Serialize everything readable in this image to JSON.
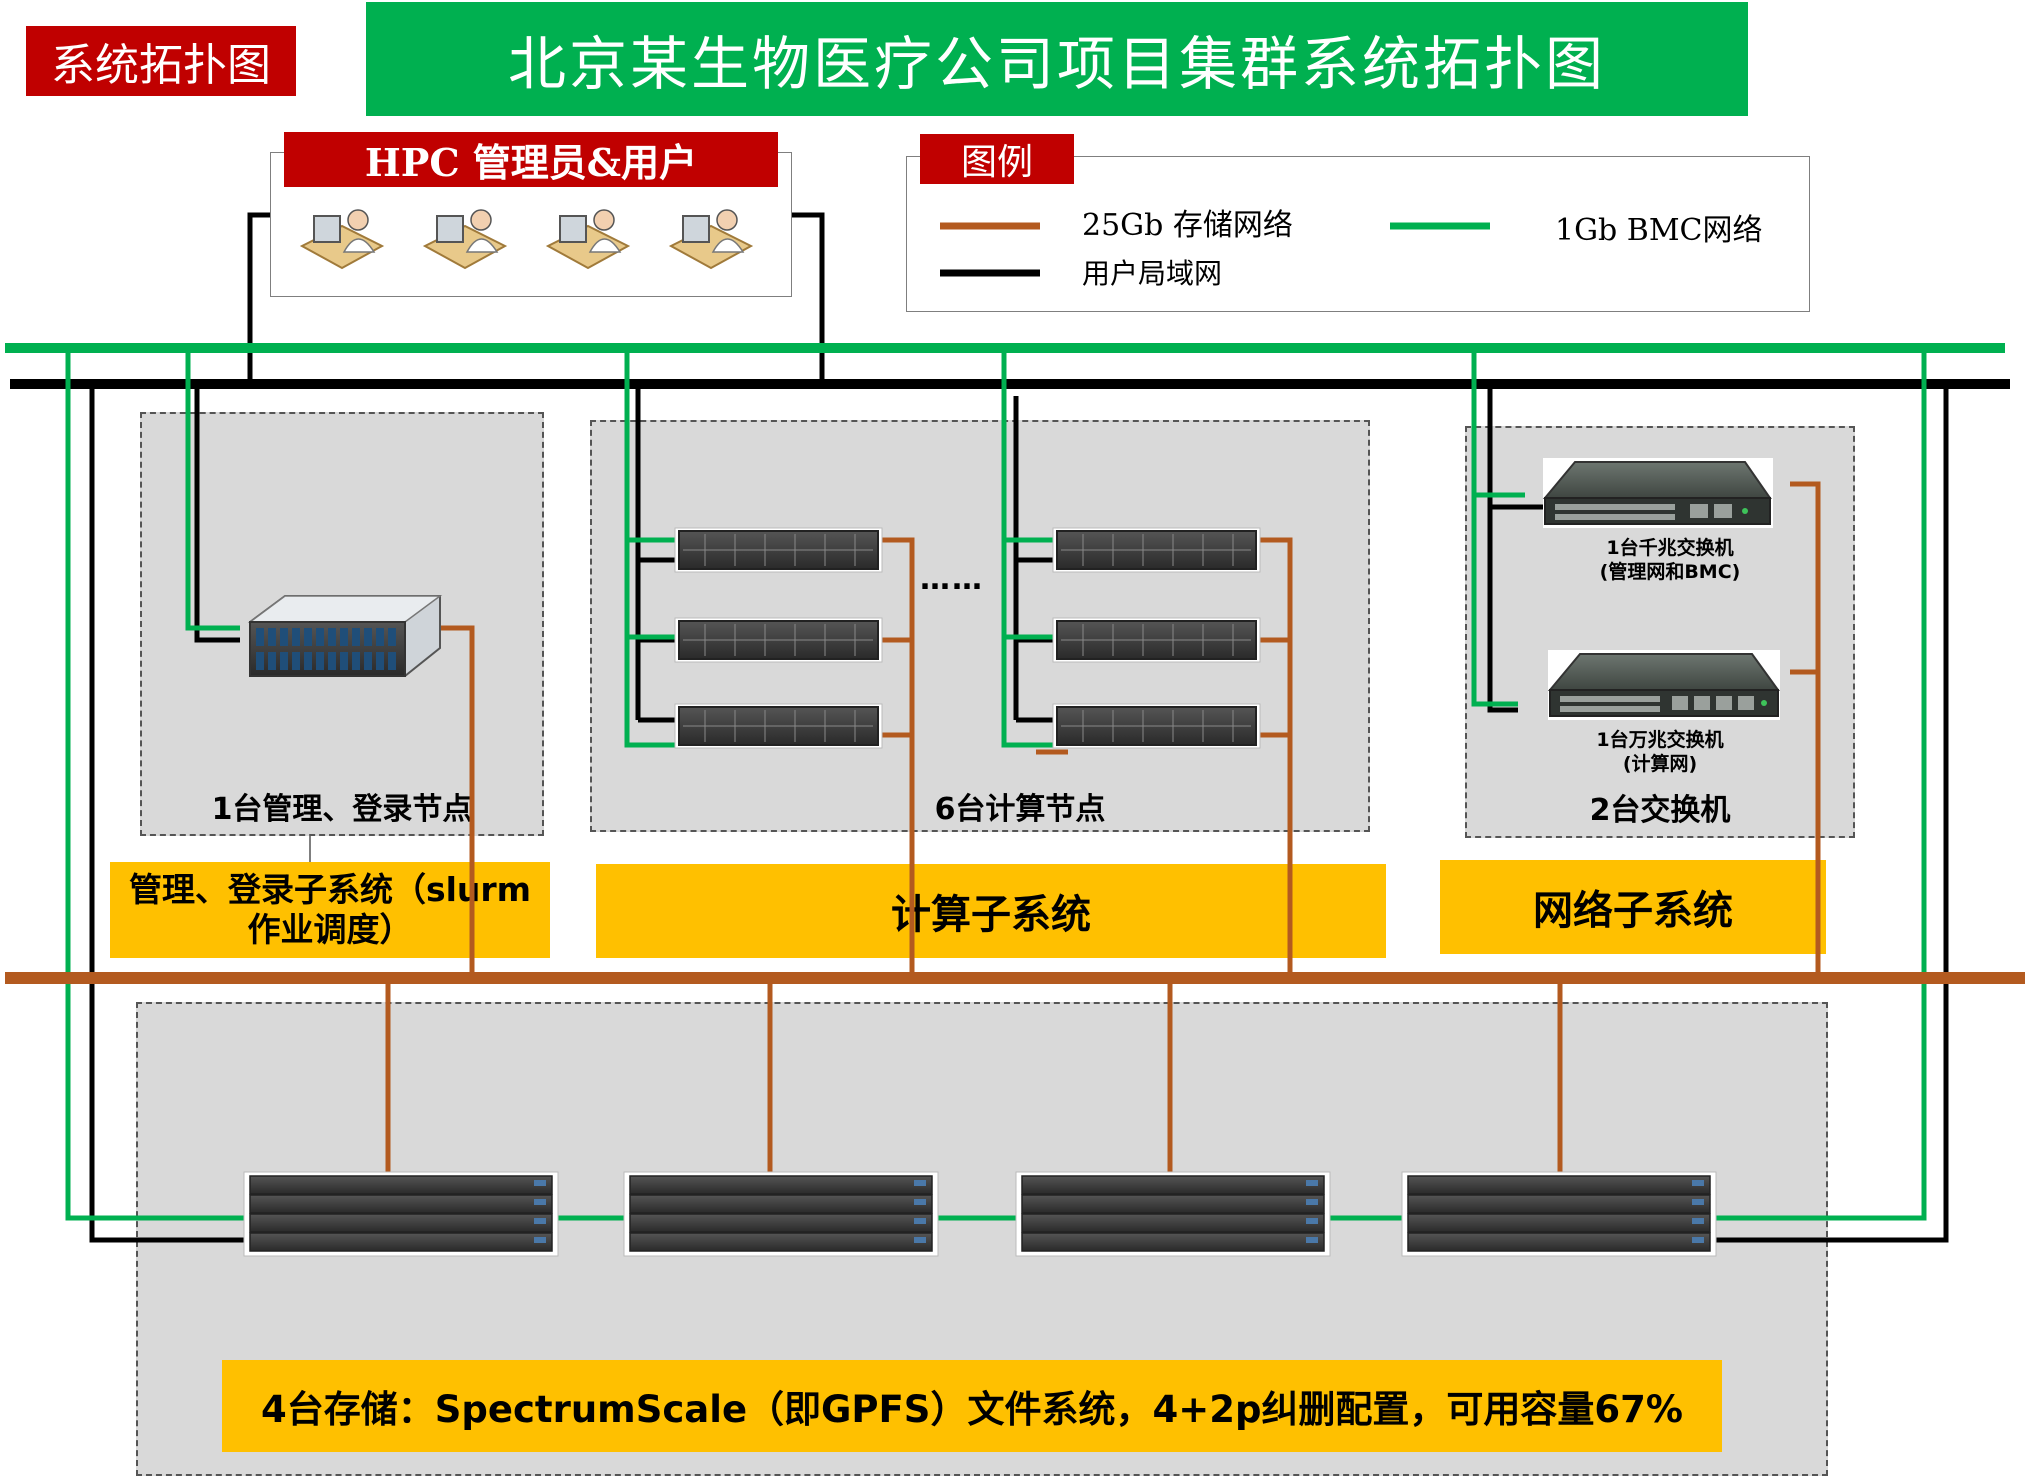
{
  "page": {
    "corner_tag": "系统拓扑图",
    "banner_title": "北京某生物医疗公司项目集群系统拓扑图"
  },
  "users": {
    "title": "HPC 管理员&用户",
    "count": 4
  },
  "legend": {
    "title": "图例",
    "items": [
      {
        "label": "25Gb  存储网络",
        "color": "#b35a1f"
      },
      {
        "label": "1Gb  BMC网络",
        "color": "#00b050"
      },
      {
        "label": "用户局域网",
        "color": "#000000"
      }
    ]
  },
  "management": {
    "caption": "1台管理、登录节点",
    "subsystem": "管理、登录子系统（slurm作业调度）"
  },
  "compute": {
    "caption": "6台计算节点",
    "subsystem": "计算子系统",
    "ellipsis": "……"
  },
  "network": {
    "caption": "2台交换机",
    "subsystem": "网络子系统",
    "switch1": {
      "line1": "1台千兆交换机",
      "line2": "(管理网和BMC)"
    },
    "switch2": {
      "line1": "1台万兆交换机",
      "line2": "(计算网)"
    }
  },
  "storage": {
    "caption": "4台存储：SpectrumScale（即GPFS）文件系统，4+2p纠删配置，可用容量67%",
    "count": 4
  },
  "colors": {
    "storage_net": "#b35a1f",
    "bmc_net": "#00b050",
    "lan": "#000000",
    "subsystem_bg": "#ffc000",
    "banner_bg": "#00b050",
    "tag_bg": "#c00000"
  }
}
